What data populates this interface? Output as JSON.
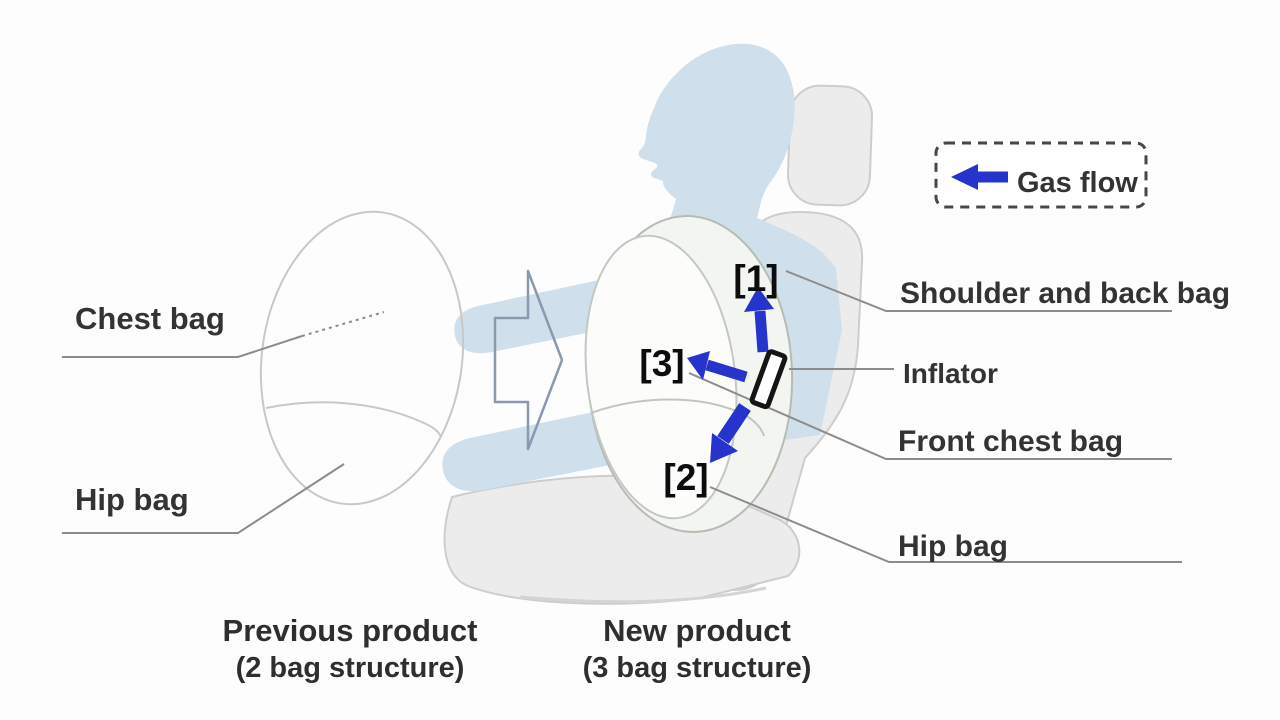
{
  "legend": {
    "gas_flow_label": "Gas flow"
  },
  "previous_product": {
    "caption": "Previous product",
    "caption_sub": "(2 bag structure)",
    "labels": {
      "chest_bag": "Chest bag",
      "hip_bag": "Hip bag"
    }
  },
  "new_product": {
    "caption": "New product",
    "caption_sub": "(3 bag structure)",
    "markers": {
      "shoulder_back": "[1]",
      "hip": "[2]",
      "front_chest": "[3]"
    },
    "labels": {
      "shoulder_back": "Shoulder and back bag",
      "inflator": "Inflator",
      "front_chest": "Front chest bag",
      "hip": "Hip bag"
    }
  },
  "colors": {
    "gas_arrow_blue": "#2634cd",
    "occupant_silhouette_blue": "#cfe0ec",
    "seat_gray": "#ececec",
    "airbag_outline_gray": "#b6bcb4",
    "leader_line_gray": "#8c8c8c",
    "inflator_outline_black": "#151515",
    "legend_dashed_border": "#474747"
  }
}
